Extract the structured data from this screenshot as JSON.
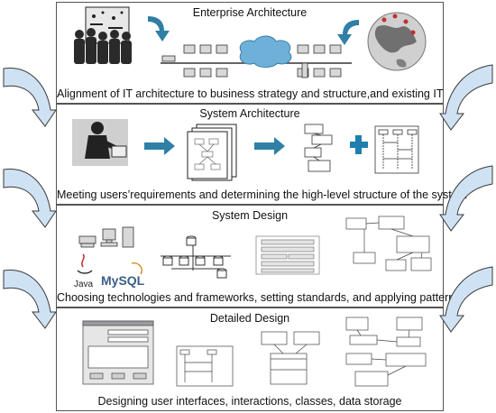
{
  "layers": [
    {
      "title": "Enterprise Architecture",
      "caption": "Alignment of IT architecture to business strategy and structure,and existing IT"
    },
    {
      "title": "System Architecture",
      "caption": "Meeting users’requirements and determining the high-level structure of the system"
    },
    {
      "title": "System Design",
      "caption": "Choosing technologies and frameworks, setting standards, and applying patterns",
      "tech_labels": [
        "Java",
        "MySQL"
      ]
    },
    {
      "title": "Detailed Design",
      "caption": "Designing user interfaces, interactions, classes, data storage"
    }
  ],
  "colors": {
    "arrow_blue": "#2f7fa6",
    "curved_arrow_fill": "#c9dff0",
    "plus_blue": "#1f7fb0"
  },
  "icons": [
    "boardroom-people-icon",
    "globe-icon",
    "network-cloud-icon",
    "user-at-laptop-icon",
    "document-stack-icon",
    "uml-diagram-icon",
    "server-icon",
    "java-logo",
    "mysql-logo",
    "database-schema-icon",
    "screen-mockup-icon"
  ]
}
